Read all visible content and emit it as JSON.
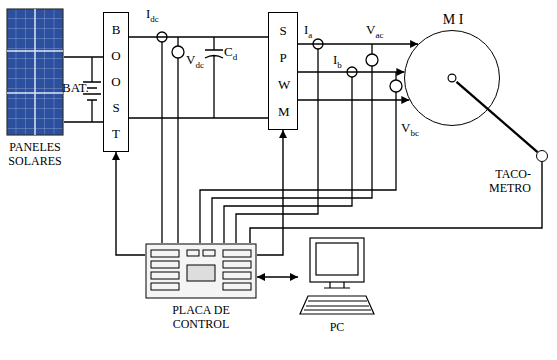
{
  "diagram": {
    "nodes": [
      {
        "text": [
          "PANELES SOLARES"
        ]
      },
      {
        "text": [
          "B O O S T"
        ]
      },
      {
        "text": [
          "S P W M"
        ]
      },
      {
        "text": [
          "M I"
        ]
      },
      {
        "text": [
          "TACO- METRO"
        ]
      },
      {
        "text": [
          "PLACA DE CONTROL"
        ]
      },
      {
        "text": [
          "PC"
        ]
      }
    ],
    "edges": [
      {
        "from": 0,
        "to": 1,
        "arrow": "none"
      },
      {
        "from": 1,
        "to": 2,
        "arrow": "none"
      },
      {
        "from": 2,
        "to": 3,
        "arrow": "to"
      },
      {
        "from": 2,
        "to": 3,
        "arrow": "to"
      },
      {
        "from": 2,
        "to": 3,
        "arrow": "to"
      },
      {
        "from": 3,
        "to": 4,
        "arrow": "none"
      },
      {
        "from": 5,
        "to": 1,
        "arrow": "to"
      },
      {
        "from": 5,
        "to": 2,
        "arrow": "to"
      },
      {
        "from": 4,
        "to": 5,
        "arrow": "none"
      },
      {
        "from": 5,
        "to": 6,
        "arrow": "both"
      }
    ],
    "labels": [
      "BAT.",
      "Idc",
      "Vdc",
      "Cd",
      "Ia",
      "Vac",
      "Ib",
      "Vbc"
    ]
  }
}
